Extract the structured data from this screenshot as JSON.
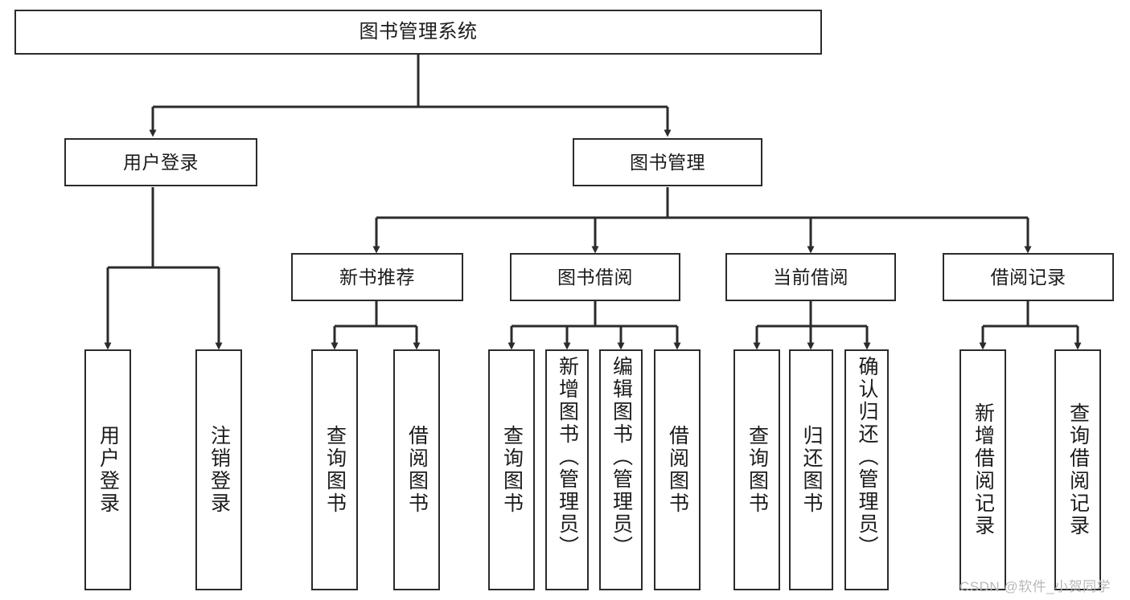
{
  "diagram": {
    "type": "hierarchy-tree",
    "title": "图书管理系统",
    "watermark": "CSDN @软件_小贺同学",
    "colors": {
      "background": "#ffffff",
      "node_fill": "#ffffff",
      "node_stroke": "#2b2b2b",
      "edge_stroke": "#2b2b2b",
      "text": "#1b1b1b",
      "watermark_text": "#b9b9b9"
    },
    "root": {
      "id": "root",
      "label": "图书管理系统"
    },
    "level2": [
      {
        "id": "user-login",
        "label": "用户登录"
      },
      {
        "id": "book-management",
        "label": "图书管理"
      }
    ],
    "level3": [
      {
        "id": "new-book-recommend",
        "label": "新书推荐",
        "parent": "book-management"
      },
      {
        "id": "book-borrow",
        "label": "图书借阅",
        "parent": "book-management"
      },
      {
        "id": "current-borrow",
        "label": "当前借阅",
        "parent": "book-management"
      },
      {
        "id": "borrow-record",
        "label": "借阅记录",
        "parent": "book-management"
      }
    ],
    "leaves": [
      {
        "id": "leaf-user-login",
        "label": "用户登录",
        "parent": "user-login"
      },
      {
        "id": "leaf-user-logout",
        "label": "注销登录",
        "parent": "user-login"
      },
      {
        "id": "leaf-query-book-1",
        "label": "查询图书",
        "parent": "new-book-recommend"
      },
      {
        "id": "leaf-borrow-book-1",
        "label": "借阅图书",
        "parent": "new-book-recommend"
      },
      {
        "id": "leaf-query-book-2",
        "label": "查询图书",
        "parent": "book-borrow"
      },
      {
        "id": "leaf-add-book",
        "label": "新增图书（管理员）",
        "parent": "book-borrow"
      },
      {
        "id": "leaf-edit-book",
        "label": "编辑图书（管理员）",
        "parent": "book-borrow"
      },
      {
        "id": "leaf-borrow-book-2",
        "label": "借阅图书",
        "parent": "book-borrow"
      },
      {
        "id": "leaf-query-book-3",
        "label": "查询图书",
        "parent": "current-borrow"
      },
      {
        "id": "leaf-return-book",
        "label": "归还图书",
        "parent": "current-borrow"
      },
      {
        "id": "leaf-confirm-return",
        "label": "确认归还（管理员）",
        "parent": "current-borrow"
      },
      {
        "id": "leaf-add-record",
        "label": "新增借阅记录",
        "parent": "borrow-record"
      },
      {
        "id": "leaf-query-record",
        "label": "查询借阅记录",
        "parent": "borrow-record"
      }
    ]
  }
}
